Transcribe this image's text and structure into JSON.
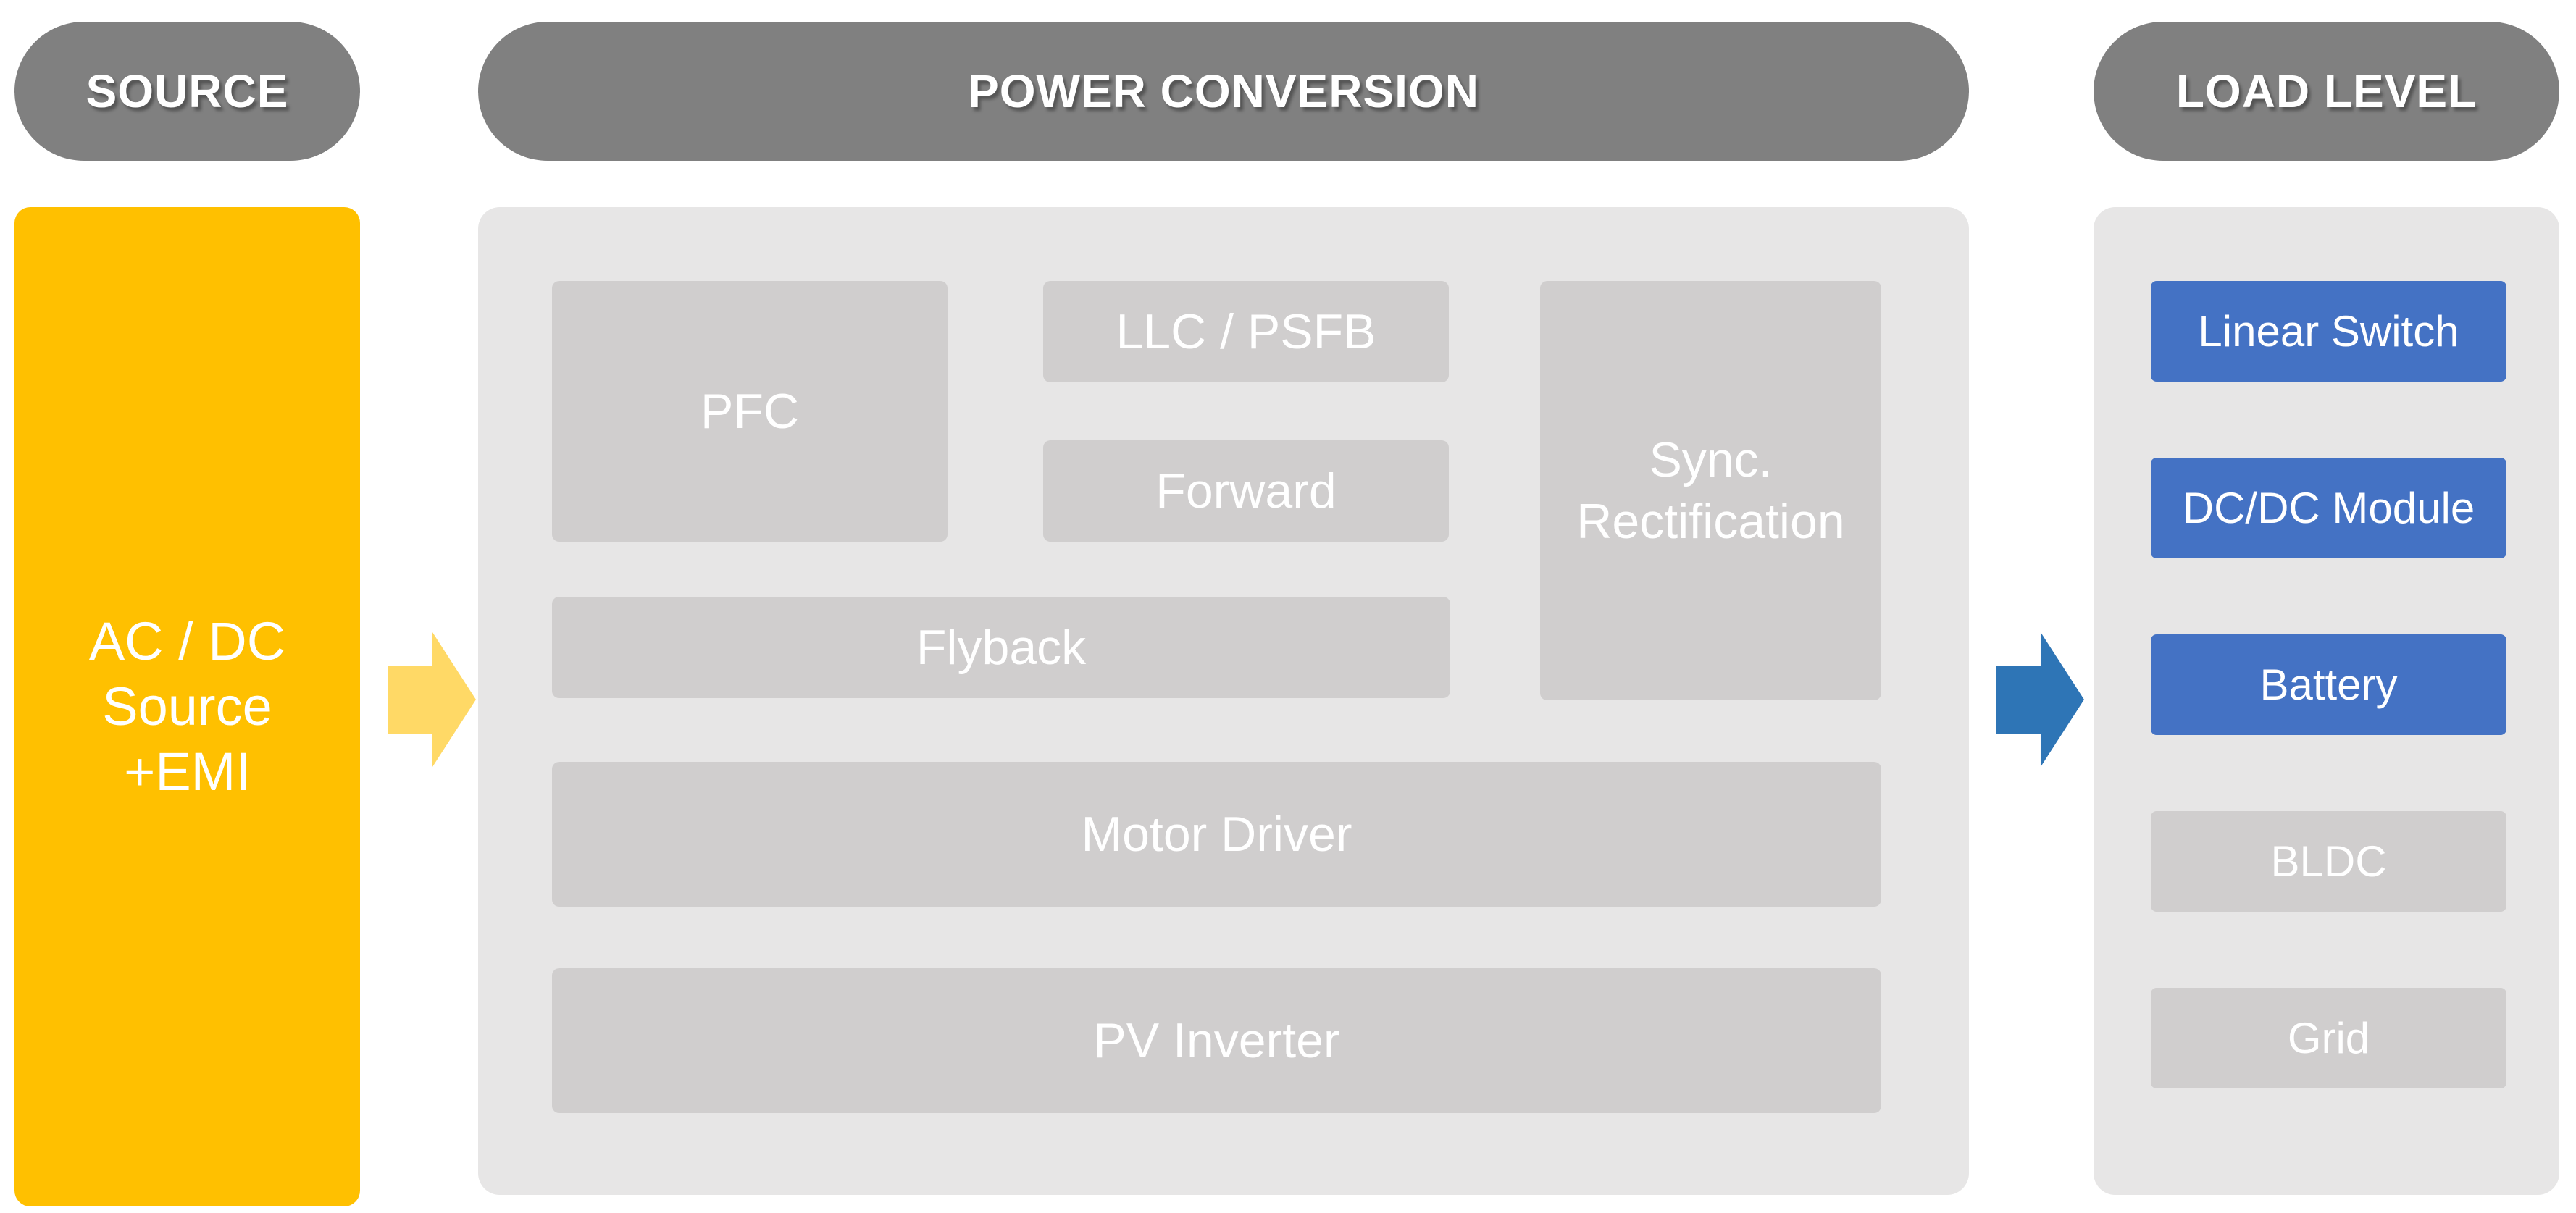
{
  "diagram": {
    "source": {
      "header": "SOURCE",
      "box_line1": "AC / DC",
      "box_line2": "Source",
      "box_line3": "+EMI"
    },
    "power": {
      "header": "POWER CONVERSION",
      "pfc": "PFC",
      "llc_psfb": "LLC / PSFB",
      "forward": "Forward",
      "sync_line1": "Sync.",
      "sync_line2": "Rectification",
      "flyback": "Flyback",
      "motor_driver": "Motor Driver",
      "pv_inverter": "PV Inverter"
    },
    "load": {
      "header": "LOAD LEVEL",
      "items": [
        {
          "label": "Linear Switch",
          "variant": "blue"
        },
        {
          "label": "DC/DC Module",
          "variant": "blue"
        },
        {
          "label": "Battery",
          "variant": "blue"
        },
        {
          "label": "BLDC",
          "variant": "gray"
        },
        {
          "label": "Grid",
          "variant": "gray"
        }
      ]
    },
    "colors": {
      "header_pill": "#808080",
      "panel_bg": "#E7E6E6",
      "source_box": "#FFC000",
      "source_to_power_arrow": "#FFD966",
      "power_to_load_arrow": "#2E75B6",
      "load_blue_box": "#4472C4",
      "gray_box": "#D0CECE",
      "text": "#FFFFFF"
    }
  }
}
